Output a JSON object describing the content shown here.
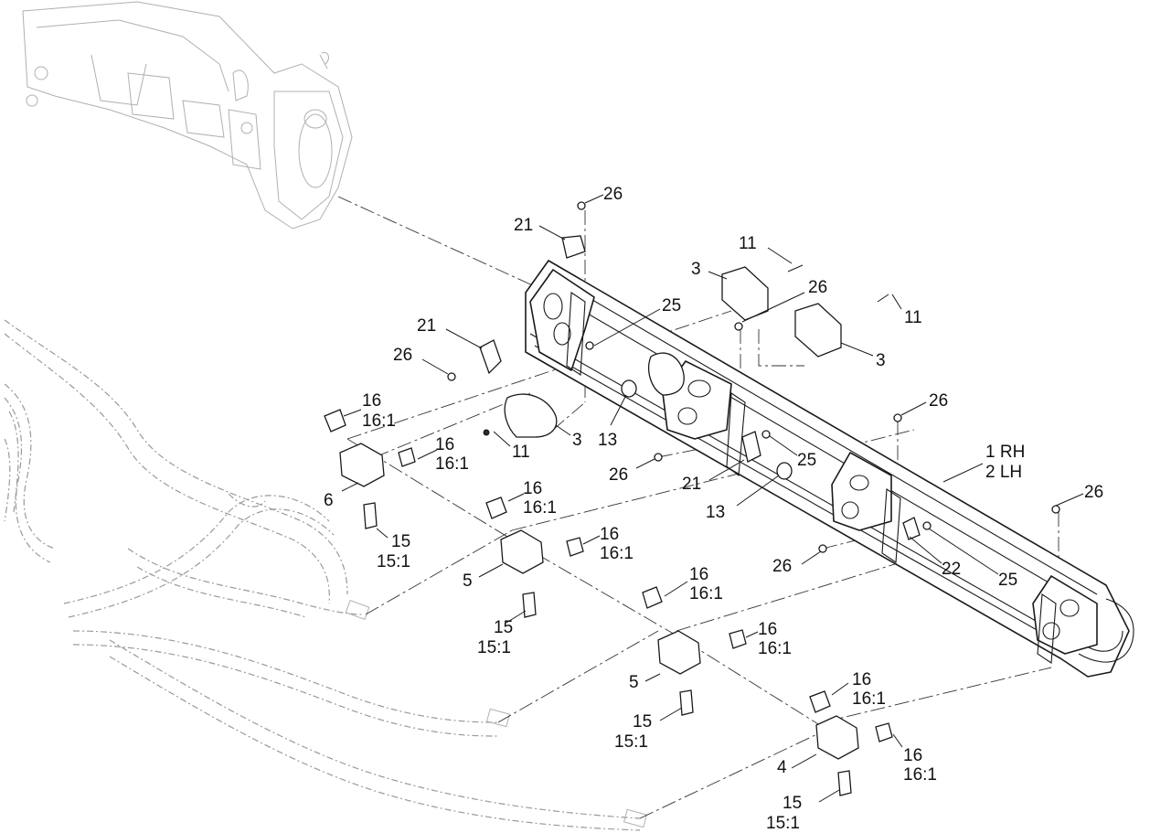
{
  "callouts": [
    {
      "id": "c26a",
      "text": "26"
    },
    {
      "id": "c21a",
      "text": "21"
    },
    {
      "id": "c11a",
      "text": "11"
    },
    {
      "id": "c3a",
      "text": "3"
    },
    {
      "id": "c26b",
      "text": "26"
    },
    {
      "id": "c11b",
      "text": "11"
    },
    {
      "id": "c25a",
      "text": "25"
    },
    {
      "id": "c21b",
      "text": "21"
    },
    {
      "id": "c26c",
      "text": "26"
    },
    {
      "id": "c3b",
      "text": "3"
    },
    {
      "id": "c16a",
      "text": "16"
    },
    {
      "id": "c161a",
      "text": "16:1"
    },
    {
      "id": "c26d",
      "text": "26"
    },
    {
      "id": "c16b",
      "text": "16"
    },
    {
      "id": "c161b",
      "text": "16:1"
    },
    {
      "id": "c11c",
      "text": "11"
    },
    {
      "id": "c3c",
      "text": "3"
    },
    {
      "id": "c13a",
      "text": "13"
    },
    {
      "id": "c1rh",
      "text": "1 RH"
    },
    {
      "id": "c2lh",
      "text": "2 LH"
    },
    {
      "id": "c25b",
      "text": "25"
    },
    {
      "id": "c26e",
      "text": "26"
    },
    {
      "id": "c6",
      "text": "6"
    },
    {
      "id": "c16c",
      "text": "16"
    },
    {
      "id": "c161c",
      "text": "16:1"
    },
    {
      "id": "c21c",
      "text": "21"
    },
    {
      "id": "c13b",
      "text": "13"
    },
    {
      "id": "c26f",
      "text": "26"
    },
    {
      "id": "c15a",
      "text": "15"
    },
    {
      "id": "c151a",
      "text": "15:1"
    },
    {
      "id": "c16d",
      "text": "16"
    },
    {
      "id": "c161d",
      "text": "16:1"
    },
    {
      "id": "c26g",
      "text": "26"
    },
    {
      "id": "c22",
      "text": "22"
    },
    {
      "id": "c25c",
      "text": "25"
    },
    {
      "id": "c5a",
      "text": "5"
    },
    {
      "id": "c16e",
      "text": "16"
    },
    {
      "id": "c161e",
      "text": "16:1"
    },
    {
      "id": "c15b",
      "text": "15"
    },
    {
      "id": "c151b",
      "text": "15:1"
    },
    {
      "id": "c16f",
      "text": "16"
    },
    {
      "id": "c161f",
      "text": "16:1"
    },
    {
      "id": "c5b",
      "text": "5"
    },
    {
      "id": "c16g",
      "text": "16"
    },
    {
      "id": "c161g",
      "text": "16:1"
    },
    {
      "id": "c15c",
      "text": "15"
    },
    {
      "id": "c151c",
      "text": "15:1"
    },
    {
      "id": "c4",
      "text": "4"
    },
    {
      "id": "c16h",
      "text": "16"
    },
    {
      "id": "c161h",
      "text": "16:1"
    },
    {
      "id": "c15d",
      "text": "15"
    },
    {
      "id": "c151d",
      "text": "15:1"
    }
  ]
}
